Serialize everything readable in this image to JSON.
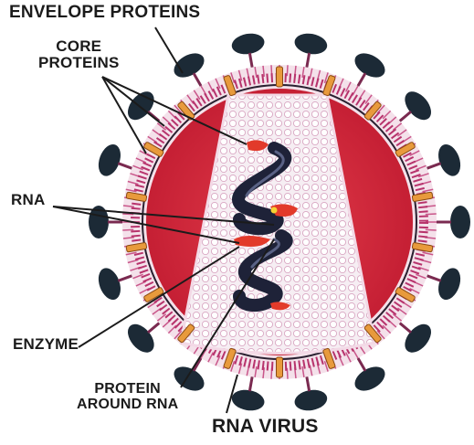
{
  "labels": {
    "envelope_proteins": "ENVELOPE PROTEINS",
    "core_proteins": "CORE\nPROTEINS",
    "rna": "RNA",
    "enzyme": "ENZYME",
    "protein_around_rna": "PROTEIN\nAROUND RNA",
    "title": "RNA VIRUS"
  },
  "colors": {
    "core_red": "#d4283a",
    "membrane_pink": "#b7336c",
    "envelope_knob": "#1c2a36",
    "channel_orange": "#e89a3c",
    "rna_strand": "#1e2238",
    "enzyme_red": "#e23a2a",
    "label_text": "#1b1b1b"
  },
  "icons": {
    "spike": "envelope-protein-knob",
    "channel": "membrane-channel",
    "helix": "rna-helix"
  }
}
